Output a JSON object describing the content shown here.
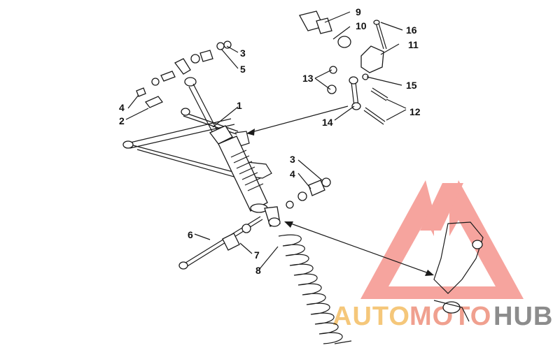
{
  "watermark": {
    "parts": [
      "AUTO",
      "MOTO",
      "HUB"
    ],
    "colors": {
      "auto": "#f5c77a",
      "moto": "#f0a08f",
      "hub": "#8c8c8c",
      "triangle": "#f05a50"
    }
  },
  "callouts": [
    "1",
    "2",
    "3",
    "4",
    "5",
    "6",
    "7",
    "8",
    "9",
    "10",
    "11",
    "12",
    "13",
    "14",
    "15",
    "16",
    "3",
    "4"
  ],
  "colors": {
    "line": "#1a1a1a",
    "background": "#ffffff"
  }
}
